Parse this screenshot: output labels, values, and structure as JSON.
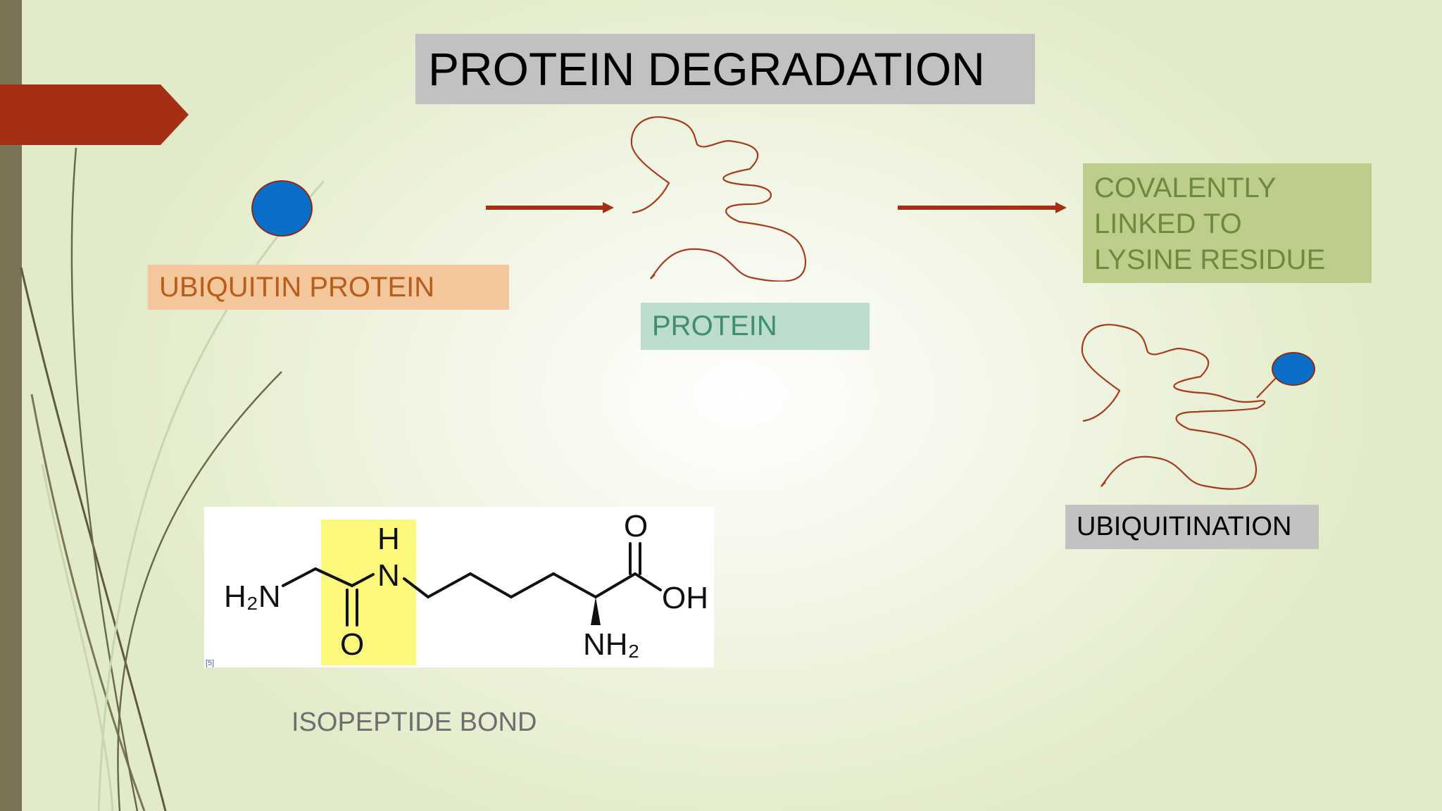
{
  "slide": {
    "title": "PROTEIN DEGRADATION"
  },
  "labels": {
    "ubiquitin_protein": "UBIQUITIN PROTEIN",
    "protein": "PROTEIN",
    "covalent_lines": [
      "COVALENTLY",
      "LINKED TO",
      "LYSINE RESIDUE"
    ],
    "ubiquitination": "UBIQUITINATION",
    "isopeptide_bond": "ISOPEPTIDE BOND"
  },
  "chemistry": {
    "left_amine": "H₂N",
    "amide_h": "H",
    "amide_n": "N",
    "carbonyl_o": "O",
    "acid_o": "O",
    "acid_oh": "OH",
    "alpha_amine": "NH₂",
    "source_mark": "[5]"
  },
  "colors": {
    "accent_red": "#a52f15",
    "ubiquitin_blue": "#0a6ec8",
    "protein_line": "#a83a1e",
    "left_bar": "#7a7355",
    "highlight": "#fbf87c"
  }
}
